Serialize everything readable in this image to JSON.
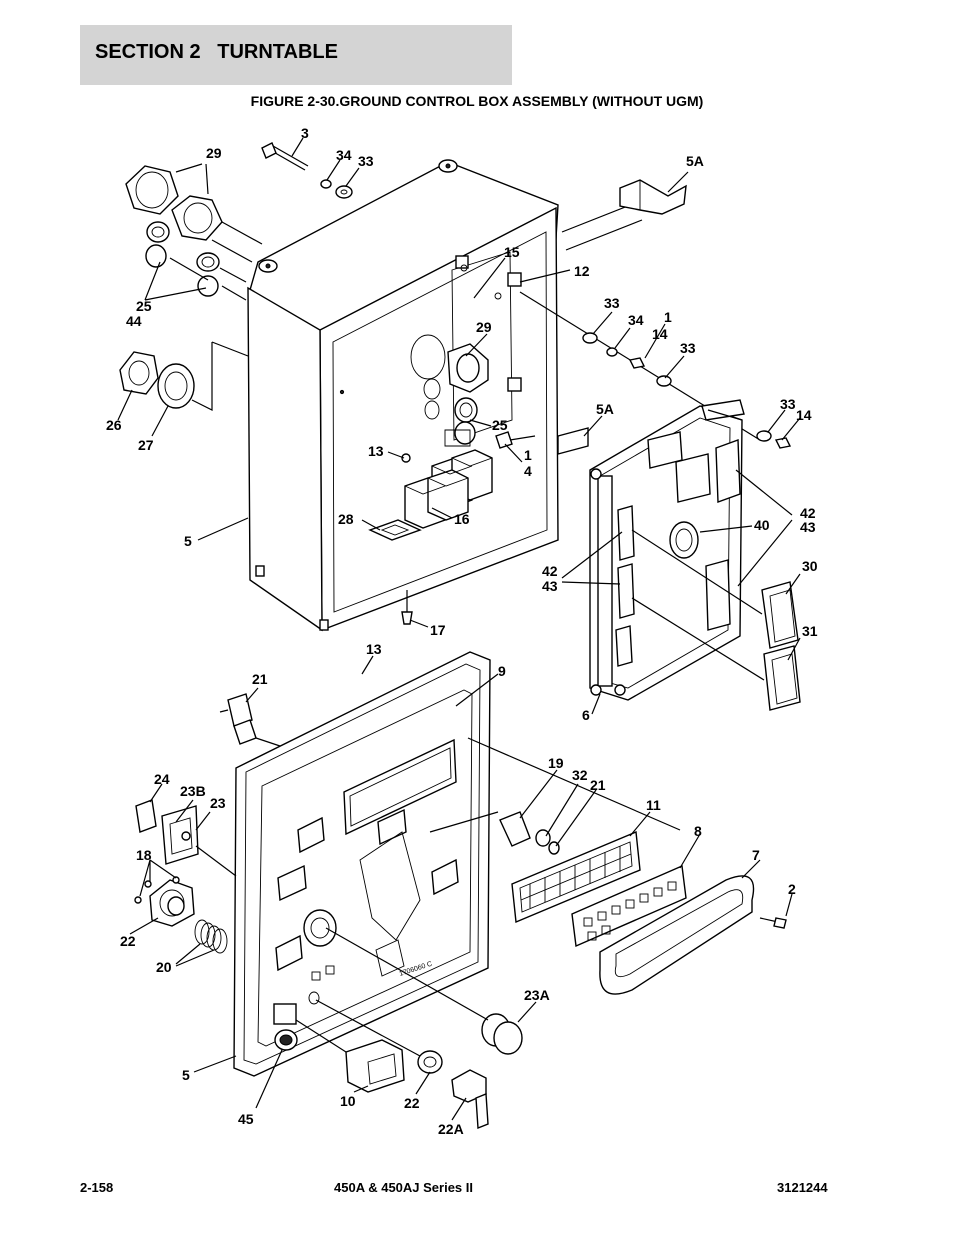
{
  "header": {
    "section_title": "SECTION 2   TURNTABLE",
    "figure_title": "FIGURE 2-30.GROUND CONTROL BOX ASSEMBLY (WITHOUT UGM)"
  },
  "callouts": [
    {
      "id": "c3",
      "text": "3"
    },
    {
      "id": "c29a",
      "text": "29"
    },
    {
      "id": "c34a",
      "text": "34"
    },
    {
      "id": "c33a",
      "text": "33"
    },
    {
      "id": "c5Aa",
      "text": "5A"
    },
    {
      "id": "c15",
      "text": "15"
    },
    {
      "id": "c12",
      "text": "12"
    },
    {
      "id": "c25a",
      "text": "25"
    },
    {
      "id": "c44",
      "text": "44"
    },
    {
      "id": "c33b",
      "text": "33"
    },
    {
      "id": "c34b",
      "text": "34"
    },
    {
      "id": "c1a",
      "text": "1"
    },
    {
      "id": "c14a",
      "text": "14"
    },
    {
      "id": "c33c",
      "text": "33"
    },
    {
      "id": "c29b",
      "text": "29"
    },
    {
      "id": "c26",
      "text": "26"
    },
    {
      "id": "c27",
      "text": "27"
    },
    {
      "id": "c5Ab",
      "text": "5A"
    },
    {
      "id": "c33d",
      "text": "33"
    },
    {
      "id": "c14b",
      "text": "14"
    },
    {
      "id": "c25b",
      "text": "25"
    },
    {
      "id": "c1b",
      "text": "1"
    },
    {
      "id": "c4",
      "text": "4"
    },
    {
      "id": "c13a",
      "text": "13"
    },
    {
      "id": "c42a",
      "text": "42"
    },
    {
      "id": "c43a",
      "text": "43"
    },
    {
      "id": "c28",
      "text": "28"
    },
    {
      "id": "c16",
      "text": "16"
    },
    {
      "id": "c40",
      "text": "40"
    },
    {
      "id": "c5a",
      "text": "5"
    },
    {
      "id": "c42b",
      "text": "42"
    },
    {
      "id": "c43b",
      "text": "43"
    },
    {
      "id": "c30",
      "text": "30"
    },
    {
      "id": "c17",
      "text": "17"
    },
    {
      "id": "c31",
      "text": "31"
    },
    {
      "id": "c13b",
      "text": "13"
    },
    {
      "id": "c21a",
      "text": "21"
    },
    {
      "id": "c9",
      "text": "9"
    },
    {
      "id": "c6",
      "text": "6"
    },
    {
      "id": "c19",
      "text": "19"
    },
    {
      "id": "c32",
      "text": "32"
    },
    {
      "id": "c21b",
      "text": "21"
    },
    {
      "id": "c24",
      "text": "24"
    },
    {
      "id": "c23B",
      "text": "23B"
    },
    {
      "id": "c23",
      "text": "23"
    },
    {
      "id": "c11",
      "text": "11"
    },
    {
      "id": "c8",
      "text": "8"
    },
    {
      "id": "c18",
      "text": "18"
    },
    {
      "id": "c7",
      "text": "7"
    },
    {
      "id": "c2",
      "text": "2"
    },
    {
      "id": "c22a",
      "text": "22"
    },
    {
      "id": "c20",
      "text": "20"
    },
    {
      "id": "c23A",
      "text": "23A"
    },
    {
      "id": "c5b",
      "text": "5"
    },
    {
      "id": "c10",
      "text": "10"
    },
    {
      "id": "c22b",
      "text": "22"
    },
    {
      "id": "c45",
      "text": "45"
    },
    {
      "id": "c22A",
      "text": "22A"
    }
  ],
  "panel_marking": "1706060 C",
  "footer": {
    "page_number": "2-158",
    "model": "450A & 450AJ Series II",
    "doc_number": "3121244"
  }
}
